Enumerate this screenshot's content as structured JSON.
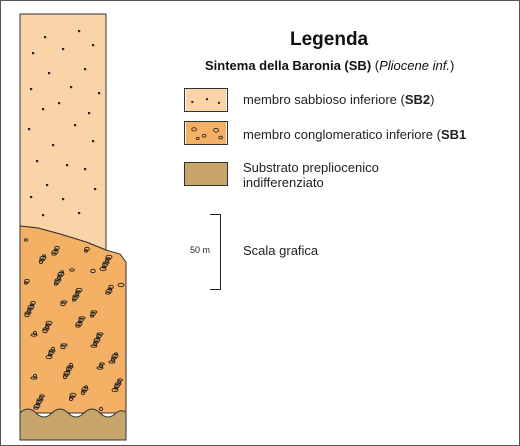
{
  "legend": {
    "title": "Legenda",
    "subtitle_name": "Sintema della Baronia (SB)",
    "subtitle_age": "Pliocene inf.",
    "items": [
      {
        "label": "membro sabbioso inferiore (",
        "code": "SB2",
        "suffix": ")",
        "color": "#fad3a8"
      },
      {
        "label": "membro conglomeratico inferiore (",
        "code": "SB1",
        "suffix": "",
        "color": "#f4b065"
      },
      {
        "label_line1": "Substrato prepliocenico",
        "label_line2": "indifferenziato",
        "color": "#c8a56c"
      }
    ]
  },
  "scale": {
    "value": "50 m",
    "label": "Scala grafica"
  },
  "colors": {
    "sand": "#fad3a8",
    "conglomerate": "#f4b065",
    "substrate": "#c8a56c",
    "outline": "#333333"
  }
}
